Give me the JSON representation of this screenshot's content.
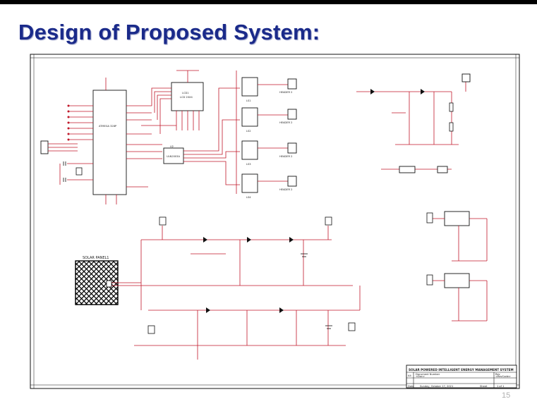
{
  "slide": {
    "title": "Design of Proposed System:",
    "page_number": "15"
  },
  "schematic": {
    "mcu_label": "ATMEGA 328P",
    "lcd_label": "LCD1",
    "lcd_sub": "LCD 20X4",
    "driver_label": "U2",
    "driver_sub": "ULN2003A",
    "solar_panel_label": "SOLAR PANEL1",
    "relays": [
      "LS1",
      "LS2",
      "LS3",
      "LS4"
    ],
    "headers": [
      "HEADER 2",
      "HEADER 2",
      "HEADER 2",
      "HEADER 2"
    ],
    "title_block": {
      "title": "SOLAR POWERED INTELLIGENT ENERGY MANAGEMENT SYSTEM",
      "size": "A4",
      "doc_label": "Document Number",
      "doc_value": "<Doc>",
      "rev_label": "Rev",
      "rev_value": "<RevCode>",
      "date_label": "Date",
      "date_value": "Sunday, October 17, 2021",
      "sheet_label": "Sheet",
      "sheet_value": "1 of 1"
    }
  },
  "colors": {
    "title": "#1a2a8a",
    "wire": "#c0182a",
    "component": "#111111"
  }
}
